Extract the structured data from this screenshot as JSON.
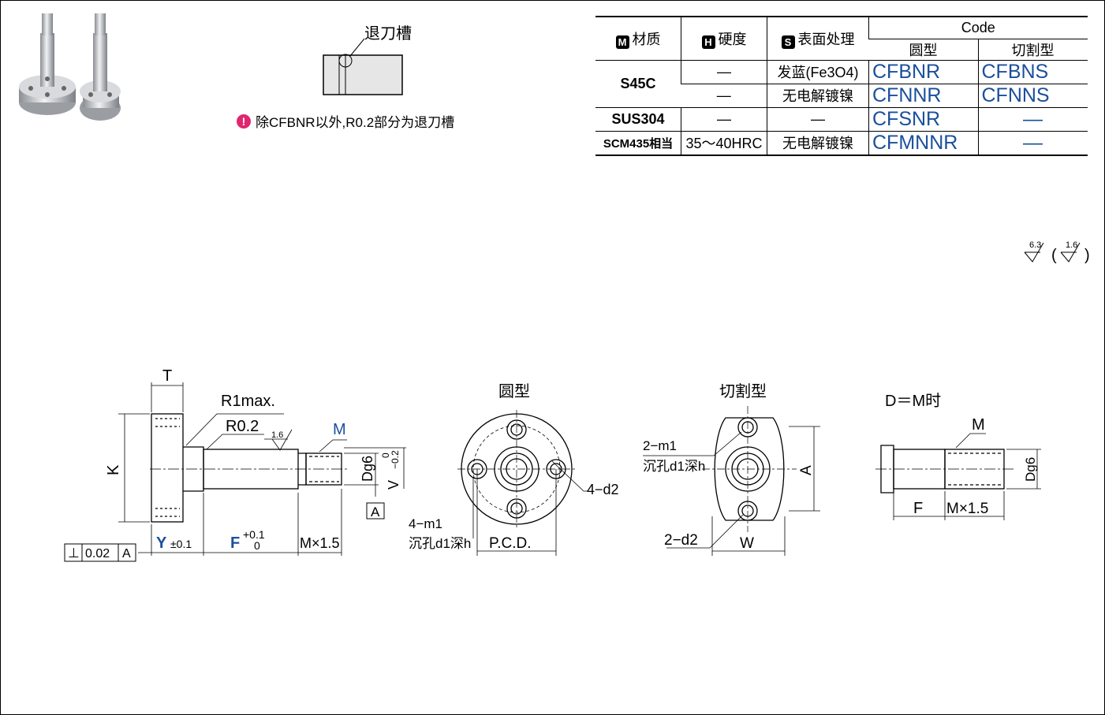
{
  "groove": {
    "label": "退刀槽",
    "note": "除CFBNR以外,R0.2部分为退刀槽"
  },
  "spec_table": {
    "headers": {
      "material_icon": "M",
      "material": "材质",
      "hardness_icon": "H",
      "hardness": "硬度",
      "surface_icon": "S",
      "surface": "表面处理",
      "code": "Code",
      "round": "圆型",
      "cut": "切割型"
    },
    "rows": [
      {
        "material": "S45C",
        "hardness": "—",
        "surface": "发蓝(Fe3O4)",
        "round": "CFBNR",
        "cut": "CFBNS"
      },
      {
        "material": "",
        "hardness": "—",
        "surface": "无电解镀镍",
        "round": "CFNNR",
        "cut": "CFNNS"
      },
      {
        "material": "SUS304",
        "hardness": "—",
        "surface": "—",
        "round": "CFSNR",
        "cut": "—"
      },
      {
        "material": "SCM435相当",
        "hardness": "35～40HRC",
        "surface": "无电解镀镍",
        "round": "CFMNNR",
        "cut": "—"
      }
    ]
  },
  "roughness": {
    "main": "6.3",
    "other": "1.6"
  },
  "drawing": {
    "T": "T",
    "R1max": "R1max.",
    "R02": "R0.2",
    "r16": "1.6",
    "M": "M",
    "K": "K",
    "Dg6": "Dg6",
    "V": "V",
    "vtol_hi": "0",
    "vtol_lo": "−0.2",
    "A": "A",
    "Y": "Y",
    "ytol": "±0.1",
    "F": "F",
    "ftol_hi": "+0.1",
    "ftol_lo": "0",
    "MX": "M×1.5",
    "perp": "⊥",
    "perp_val": "0.02",
    "perp_ref": "A",
    "round_title": "圆型",
    "cut_title": "切割型",
    "m1_4": "4−m1",
    "counterbore": "沉孔d1深h",
    "d2_4": "4−d2",
    "pcd": "P.C.D.",
    "m1_2": "2−m1",
    "d2_2": "2−d2",
    "W": "W",
    "dm_title": "D＝M时",
    "F2": "F",
    "MX2": "M×1.5"
  }
}
